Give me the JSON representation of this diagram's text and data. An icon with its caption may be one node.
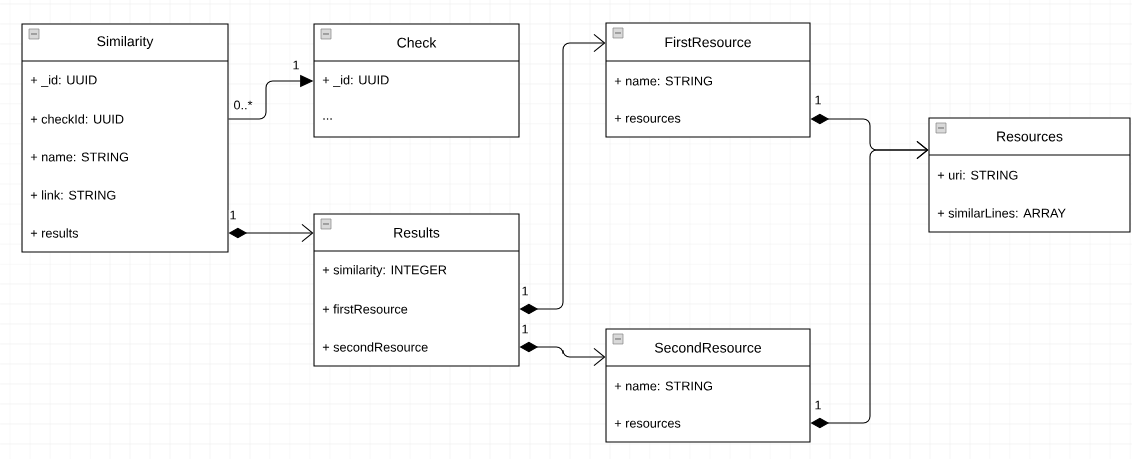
{
  "diagram": {
    "nodes": [
      {
        "text": [
          "Similarity",
          "+ _id: UUID",
          "+ checkId: UUID",
          "+ name: STRING",
          "+ link: STRING",
          "+ results"
        ]
      },
      {
        "text": [
          "Check",
          "+ _id: UUID",
          "..."
        ]
      },
      {
        "text": [
          "FirstResource",
          "+ name: STRING",
          "+ resources"
        ]
      },
      {
        "text": [
          "Resources",
          "+ uri: STRING",
          "+ similarLines: ARRAY"
        ]
      },
      {
        "text": [
          "Results",
          "+ similarity: INTEGER",
          "+ firstResource",
          "+ secondResource"
        ]
      },
      {
        "text": [
          "SecondResource",
          "+ name: STRING",
          "+ resources"
        ]
      }
    ],
    "edges": [
      {
        "from": 0,
        "to": 1,
        "arrow": "to"
      },
      {
        "from": 0,
        "to": 4,
        "arrow": "to"
      },
      {
        "from": 4,
        "to": 2,
        "arrow": "to"
      },
      {
        "from": 4,
        "to": 5,
        "arrow": "to"
      },
      {
        "from": 2,
        "to": 3,
        "arrow": "to"
      },
      {
        "from": 5,
        "to": 3,
        "arrow": "to"
      }
    ],
    "labels": [
      "1",
      "1",
      "0..*",
      "1",
      "1",
      "1",
      "1"
    ]
  }
}
